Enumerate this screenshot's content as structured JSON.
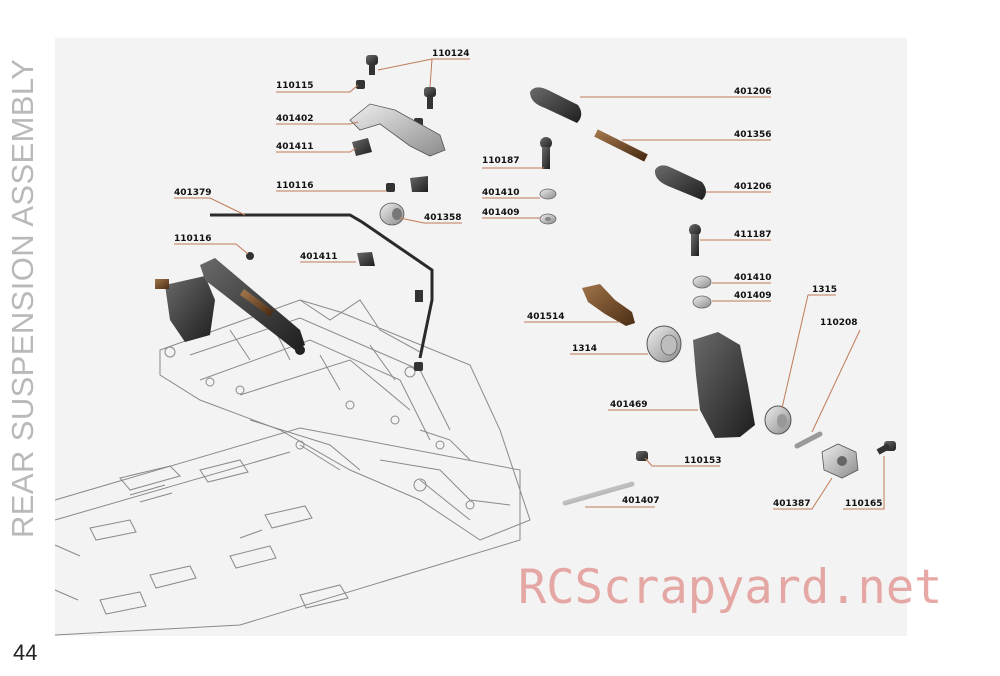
{
  "page": {
    "section_title": "REAR SUSPENSION ASSEMBLY",
    "page_number": "44",
    "watermark": "RCScrapyard.net"
  },
  "parts": [
    {
      "id": "p-110124",
      "label": "110124"
    },
    {
      "id": "p-110115",
      "label": "110115"
    },
    {
      "id": "p-401402",
      "label": "401402"
    },
    {
      "id": "p-401411a",
      "label": "401411"
    },
    {
      "id": "p-110116a",
      "label": "110116"
    },
    {
      "id": "p-401379",
      "label": "401379"
    },
    {
      "id": "p-401358",
      "label": "401358"
    },
    {
      "id": "p-110116b",
      "label": "110116"
    },
    {
      "id": "p-401411b",
      "label": "401411"
    },
    {
      "id": "p-401206a",
      "label": "401206"
    },
    {
      "id": "p-401356",
      "label": "401356"
    },
    {
      "id": "p-110187",
      "label": "110187"
    },
    {
      "id": "p-401206b",
      "label": "401206"
    },
    {
      "id": "p-401410a",
      "label": "401410"
    },
    {
      "id": "p-401409a",
      "label": "401409"
    },
    {
      "id": "p-411187",
      "label": "411187"
    },
    {
      "id": "p-401410b",
      "label": "401410"
    },
    {
      "id": "p-401409b",
      "label": "401409"
    },
    {
      "id": "p-1315",
      "label": "1315"
    },
    {
      "id": "p-401514",
      "label": "401514"
    },
    {
      "id": "p-110208",
      "label": "110208"
    },
    {
      "id": "p-1314",
      "label": "1314"
    },
    {
      "id": "p-401469",
      "label": "401469"
    },
    {
      "id": "p-110153",
      "label": "110153"
    },
    {
      "id": "p-401407",
      "label": "401407"
    },
    {
      "id": "p-401387",
      "label": "401387"
    },
    {
      "id": "p-110165",
      "label": "110165"
    }
  ]
}
